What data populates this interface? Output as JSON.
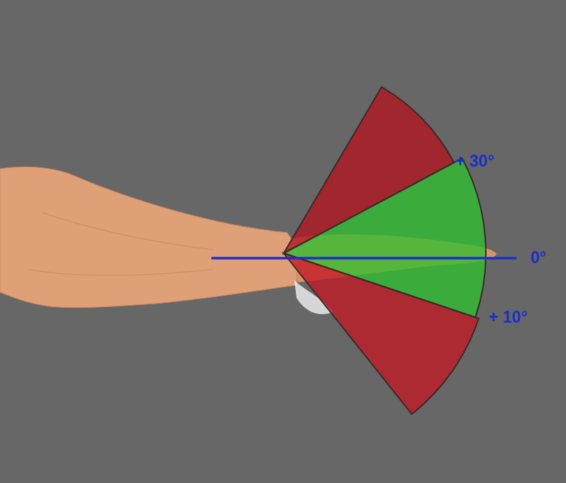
{
  "diagram": {
    "labels": [
      "+ 30°",
      "0°",
      "+ 10°"
    ]
  }
}
